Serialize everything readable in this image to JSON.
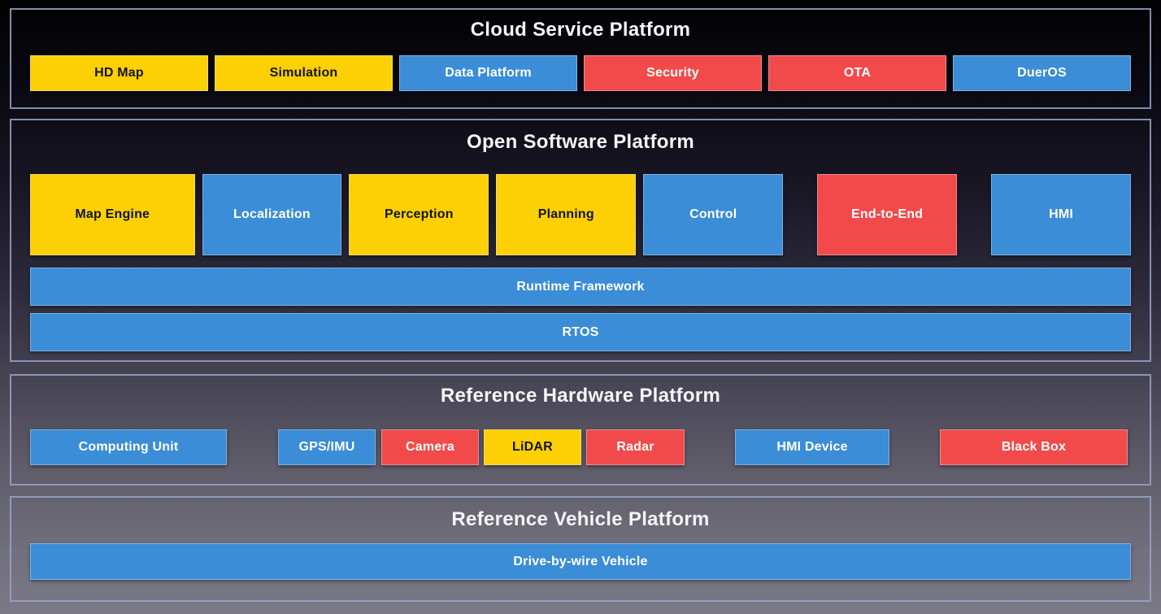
{
  "palette": {
    "yellow": "#FCD005",
    "blue": "#3A8DD6",
    "red": "#F24A4A",
    "panel_border": "#97A4C5",
    "title_text": "#F4F5F7",
    "background_top": "#020204",
    "background_bottom": "#7C7987"
  },
  "sections": {
    "cloud": {
      "title": "Cloud Service Platform",
      "boxes": [
        {
          "label": "HD Map",
          "color": "yellow"
        },
        {
          "label": "Simulation",
          "color": "yellow"
        },
        {
          "label": "Data Platform",
          "color": "blue"
        },
        {
          "label": "Security",
          "color": "red"
        },
        {
          "label": "OTA",
          "color": "red"
        },
        {
          "label": "DuerOS",
          "color": "blue"
        }
      ]
    },
    "software": {
      "title": "Open Software Platform",
      "modules": [
        {
          "label": "Map Engine",
          "color": "yellow"
        },
        {
          "label": "Localization",
          "color": "blue"
        },
        {
          "label": "Perception",
          "color": "yellow"
        },
        {
          "label": "Planning",
          "color": "yellow"
        },
        {
          "label": "Control",
          "color": "blue"
        },
        {
          "label": "End-to-End",
          "color": "red"
        },
        {
          "label": "HMI",
          "color": "blue"
        }
      ],
      "bars": [
        {
          "label": "Runtime Framework",
          "color": "blue"
        },
        {
          "label": "RTOS",
          "color": "blue"
        }
      ]
    },
    "hardware": {
      "title": "Reference Hardware Platform",
      "boxes": [
        {
          "label": "Computing Unit",
          "color": "blue"
        },
        {
          "label": "GPS/IMU",
          "color": "blue"
        },
        {
          "label": "Camera",
          "color": "red"
        },
        {
          "label": "LiDAR",
          "color": "yellow"
        },
        {
          "label": "Radar",
          "color": "red"
        },
        {
          "label": "HMI Device",
          "color": "blue"
        },
        {
          "label": "Black Box",
          "color": "red"
        }
      ]
    },
    "vehicle": {
      "title": "Reference Vehicle Platform",
      "bar": {
        "label": "Drive-by-wire Vehicle",
        "color": "blue"
      }
    }
  }
}
